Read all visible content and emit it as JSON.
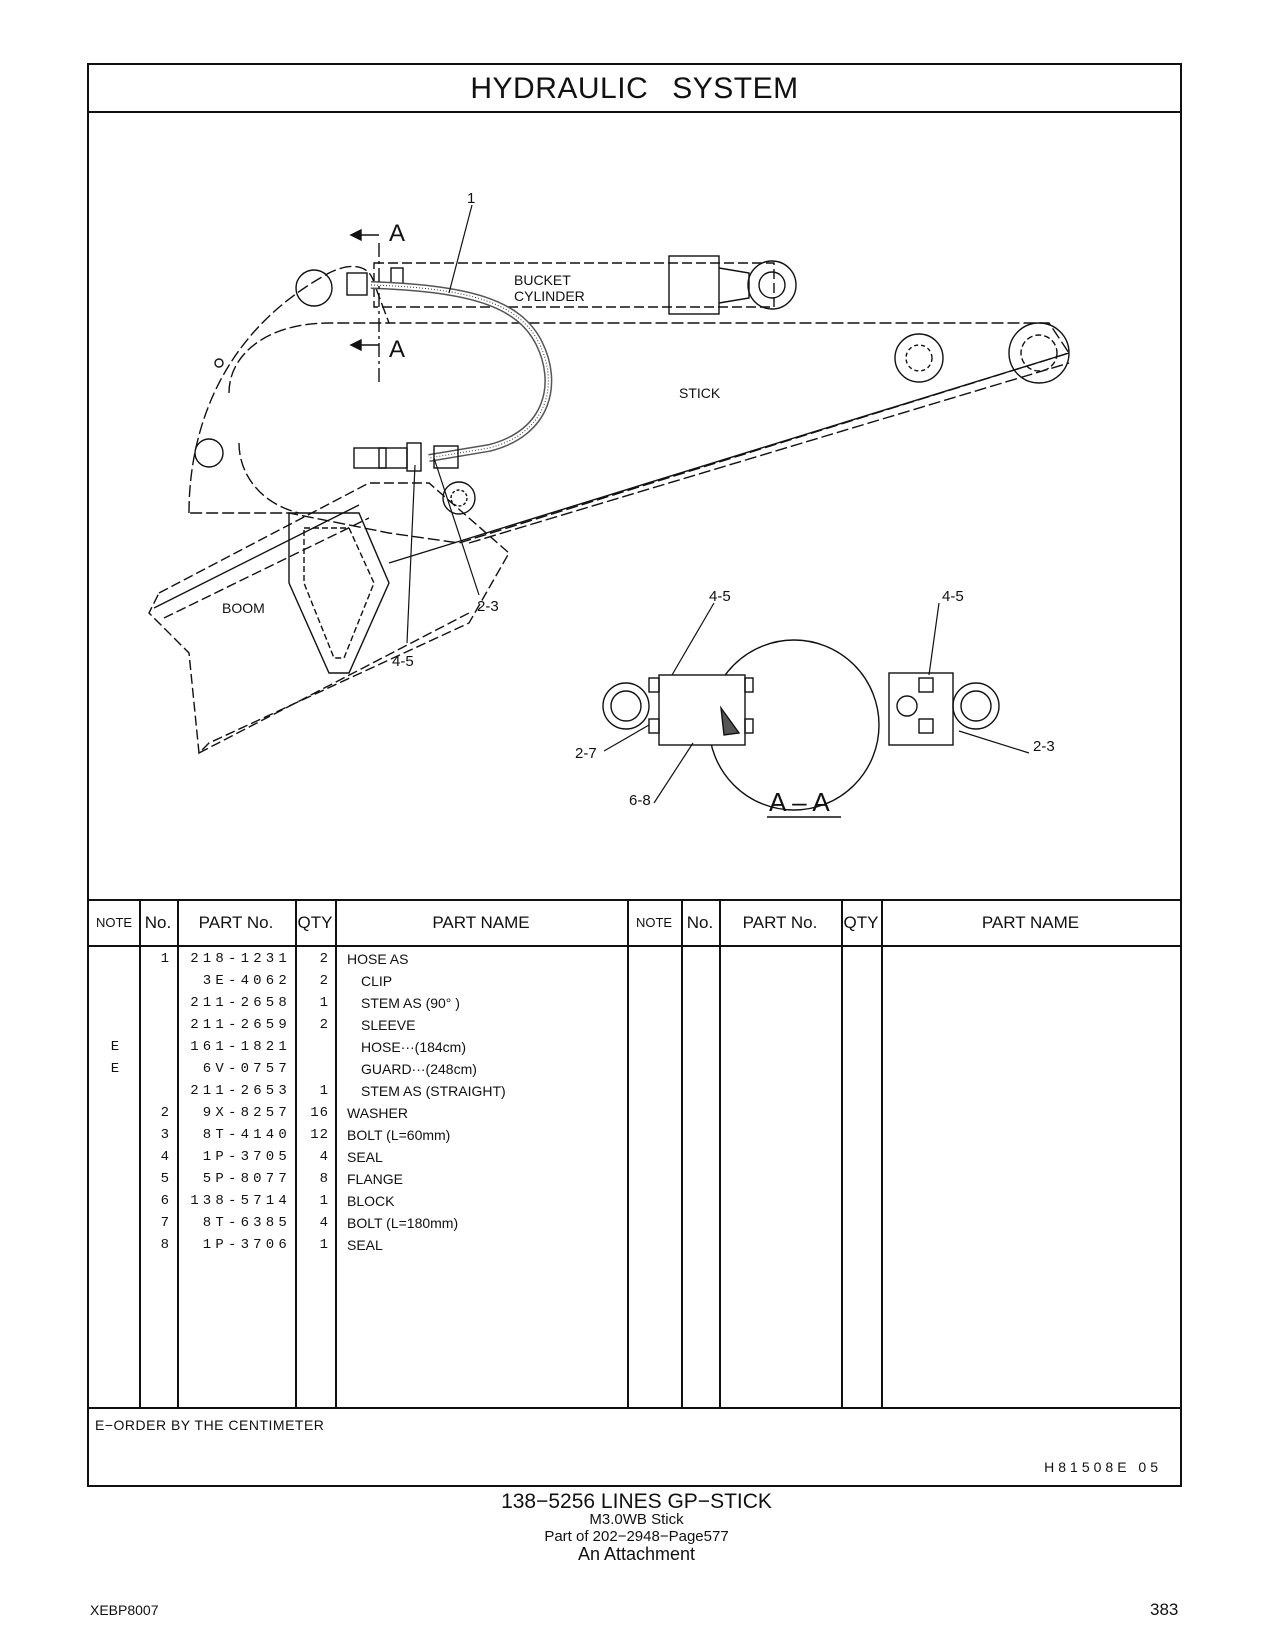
{
  "title": {
    "word1": "HYDRAULIC",
    "word2": "SYSTEM"
  },
  "diagram": {
    "labels": {
      "callout_1": "1",
      "section_a_top": "A",
      "section_a_bottom": "A",
      "bucket": "BUCKET",
      "cylinder": "CYLINDER",
      "stick": "STICK",
      "boom": "BOOM",
      "callout_2_3": "2-3",
      "callout_4_5": "4-5",
      "detail_4_5_left": "4-5",
      "detail_4_5_right": "4-5",
      "detail_2_7": "2-7",
      "detail_2_3": "2-3",
      "detail_6_8": "6-8",
      "section_view": "A – A"
    }
  },
  "table": {
    "headers": {
      "note": "NOTE",
      "no": "No.",
      "part_no": "PART No.",
      "qty": "QTY",
      "part_name": "PART NAME",
      "note2": "NOTE",
      "no2": "No.",
      "part_no2": "PART No.",
      "qty2": "QTY",
      "part_name2": "PART NAME"
    },
    "rows": [
      {
        "note": "",
        "no": "1",
        "part_no": "218-1231",
        "qty": "2",
        "name": "HOSE  AS"
      },
      {
        "note": "",
        "no": "",
        "part_no": "3E-4062",
        "qty": "2",
        "name": "CLIP"
      },
      {
        "note": "",
        "no": "",
        "part_no": "211-2658",
        "qty": "1",
        "name": "STEM  AS (90° )"
      },
      {
        "note": "",
        "no": "",
        "part_no": "211-2659",
        "qty": "2",
        "name": "SLEEVE"
      },
      {
        "note": "E",
        "no": "",
        "part_no": "161-1821",
        "qty": "",
        "name": "HOSE···(184cm)"
      },
      {
        "note": "E",
        "no": "",
        "part_no": "6V-0757",
        "qty": "",
        "name": "GUARD···(248cm)"
      },
      {
        "note": "",
        "no": "",
        "part_no": "211-2653",
        "qty": "1",
        "name": "STEM  AS (STRAIGHT)"
      },
      {
        "note": "",
        "no": "2",
        "part_no": "9X-8257",
        "qty": "16",
        "name": "WASHER"
      },
      {
        "note": "",
        "no": "3",
        "part_no": "8T-4140",
        "qty": "12",
        "name": "BOLT (L=60mm)"
      },
      {
        "note": "",
        "no": "4",
        "part_no": "1P-3705",
        "qty": "4",
        "name": "SEAL"
      },
      {
        "note": "",
        "no": "5",
        "part_no": "5P-8077",
        "qty": "8",
        "name": "FLANGE"
      },
      {
        "note": "",
        "no": "6",
        "part_no": "138-5714",
        "qty": "1",
        "name": "BLOCK"
      },
      {
        "note": "",
        "no": "7",
        "part_no": "8T-6385",
        "qty": "4",
        "name": "BOLT (L=180mm)"
      },
      {
        "note": "",
        "no": "8",
        "part_no": "1P-3706",
        "qty": "1",
        "name": "SEAL"
      }
    ]
  },
  "footnote": {
    "note": "E−ORDER  BY  THE  CENTIMETER",
    "code": "H81508E   05"
  },
  "caption": {
    "line1": "138−5256   LINES  GP−STICK",
    "line2": "M3.0WB  Stick",
    "line3": "Part of 202−2948−Page577",
    "line4": "An Attachment"
  },
  "doc_id": "XEBP8007",
  "page_number": "383"
}
